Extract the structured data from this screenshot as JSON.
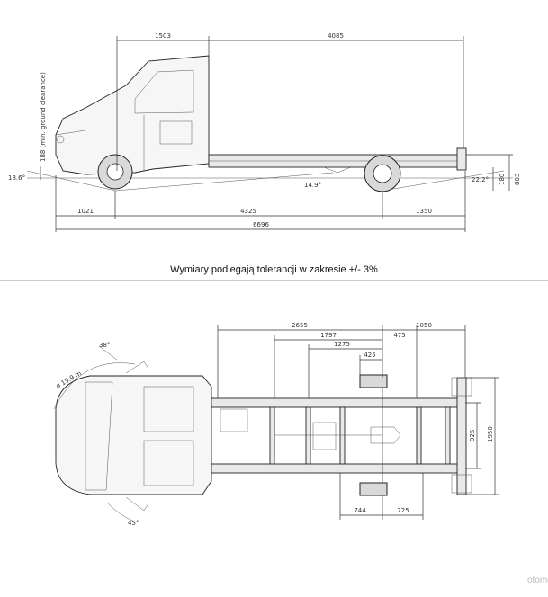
{
  "side_view": {
    "dims_top": [
      "1503",
      "4085"
    ],
    "dims_bottom_row1": [
      "1021",
      "4325",
      "1350"
    ],
    "dims_bottom_row2": [
      "6696"
    ],
    "clearance": "188 (min. ground clearance)",
    "angle_front": "18.6°",
    "angle_ramp": "14.9°",
    "angle_rear": "22.2°",
    "frame_height": "180",
    "deck_height": "803"
  },
  "caption": "Wymiary podlegają tolerancji w zakresie +/- 3%",
  "top_view": {
    "dims": {
      "d2655": "2655",
      "d1050": "1050",
      "d1797": "1797",
      "d475": "475",
      "d1275": "1275",
      "d425": "425",
      "d925": "925",
      "d1950": "1950",
      "d744": "744",
      "d725": "725"
    },
    "angle_top": "38°",
    "angle_bottom": "45°",
    "turning": "ø 15.9 m"
  },
  "watermark": "otomoto"
}
